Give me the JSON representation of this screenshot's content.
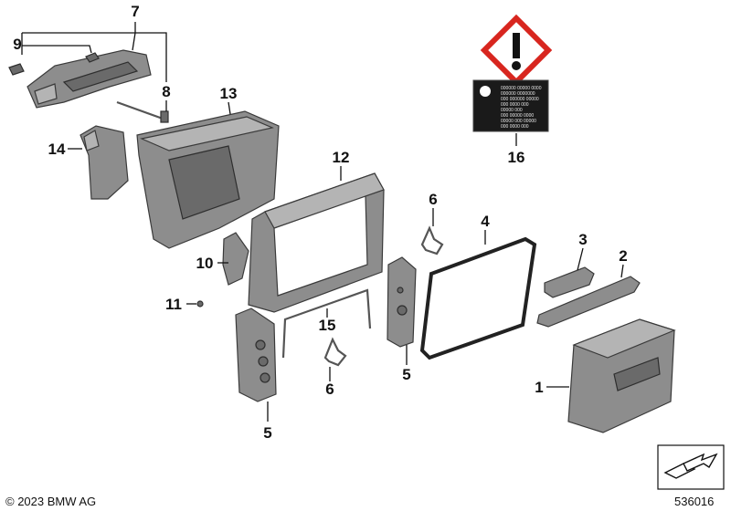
{
  "callouts": {
    "c1": "1",
    "c2": "2",
    "c3": "3",
    "c4": "4",
    "c5a": "5",
    "c5b": "5",
    "c6a": "6",
    "c6b": "6",
    "c7": "7",
    "c8": "8",
    "c9": "9",
    "c10": "10",
    "c11": "11",
    "c12": "12",
    "c13": "13",
    "c14": "14",
    "c15": "15",
    "c16": "16"
  },
  "footer": {
    "copyright": "© 2023 BMW AG",
    "diagram_number": "536016"
  },
  "warning_label": {
    "lines": [
      "000000 00000 0000",
      "000000 0000000",
      "000 000000 00000",
      "000 0000 000",
      "00000 000",
      "000 00000 0000",
      "00000 000 00000",
      "000 0000 000"
    ]
  },
  "colors": {
    "part_fill": "#8d8d8d",
    "warning_red": "#d8261f",
    "label_black": "#1a1a1a"
  }
}
